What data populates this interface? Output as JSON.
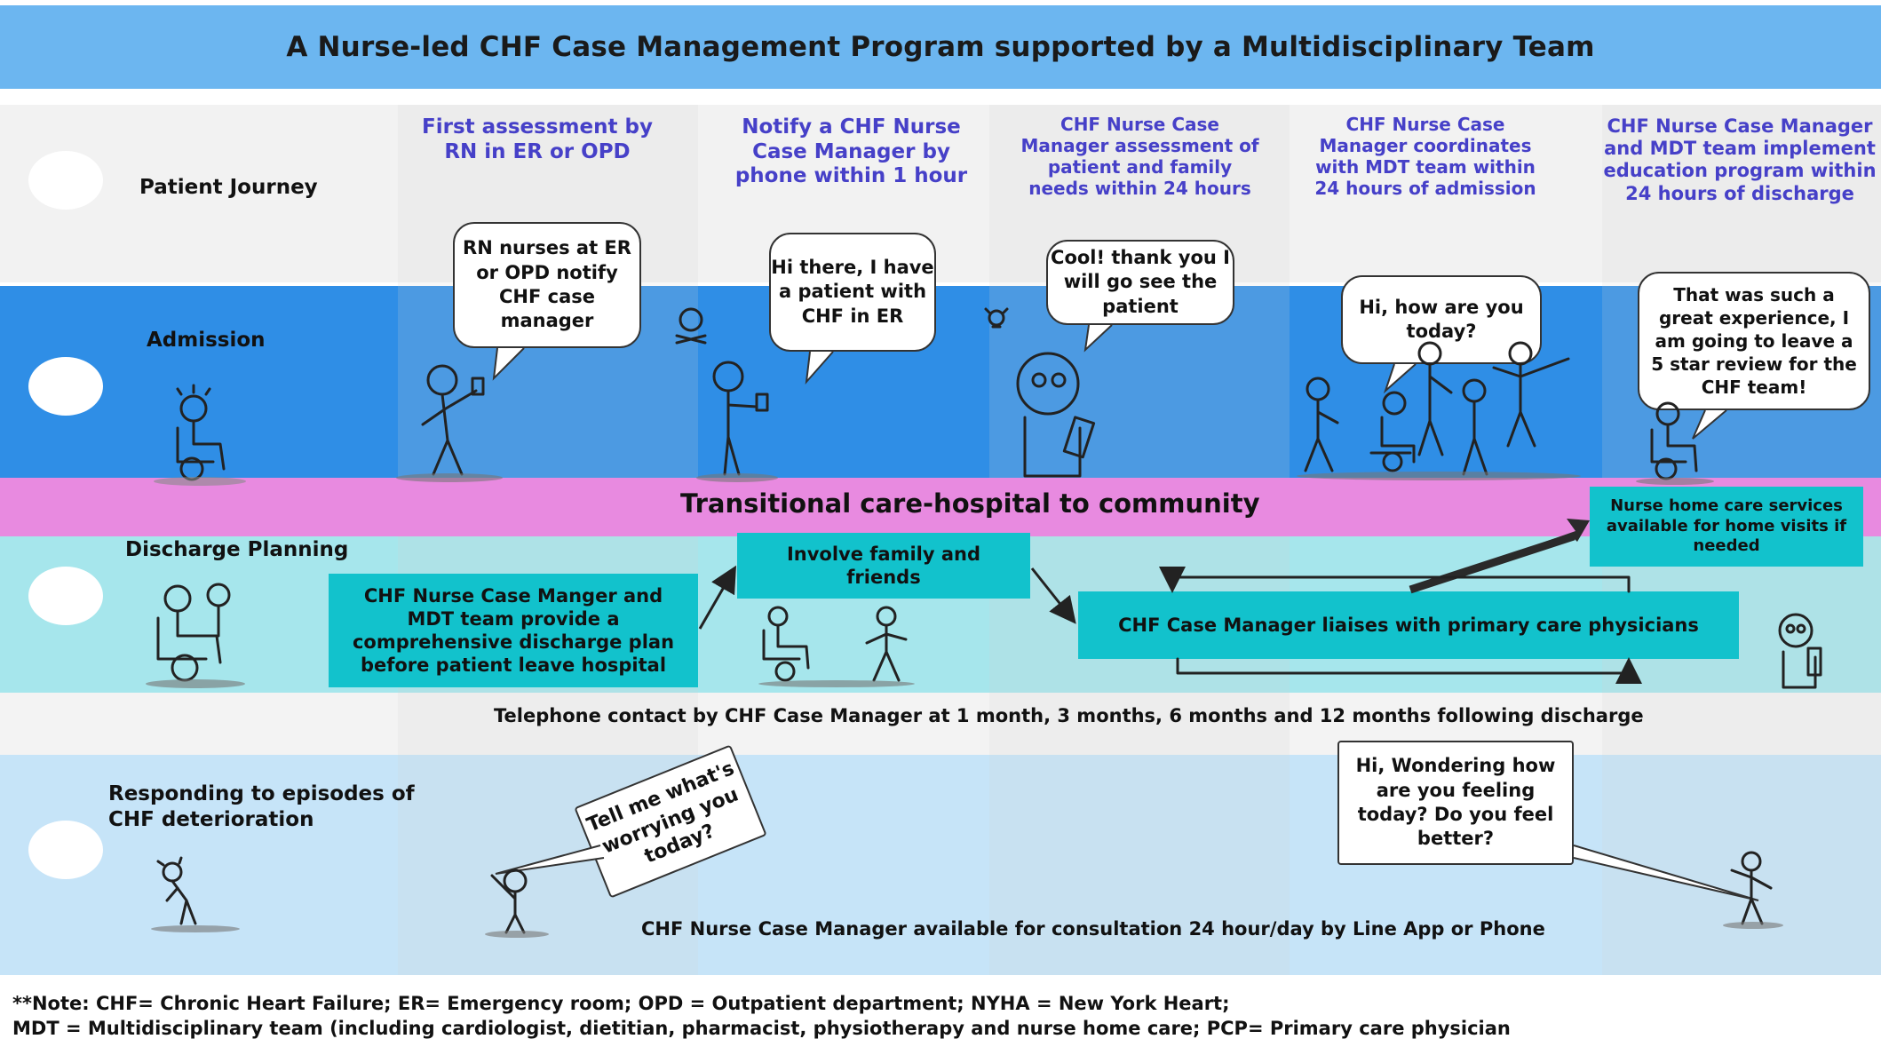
{
  "title": "A Nurse-led CHF Case Management Program supported by a Multidisciplinary Team",
  "rows": {
    "patient_journey": "Patient Journey",
    "admission": "Admission",
    "transition": "Transitional care-hospital to community",
    "discharge_planning": "Discharge Planning",
    "responding": "Responding  to episodes of CHF deterioration"
  },
  "columns": [
    "First assessment by RN in ER or OPD",
    "Notify a CHF Nurse Case Manager by phone within 1 hour",
    "CHF Nurse Case Manager assessment of patient and family needs within 24 hours",
    "CHF Nurse Case Manager coordinates with MDT team within 24 hours of admission",
    "CHF Nurse Case Manager and MDT team implement education program within 24 hours of discharge"
  ],
  "bubbles": {
    "rn_notify": "RN nurses at ER or OPD notify CHF case manager",
    "hi_there": "Hi there, I have a patient with CHF in ER",
    "cool_thank": "Cool! thank you  I will go see the patient",
    "how_are_you": "Hi, how are you today?",
    "great_experience": "That was such a great experience, I am going to leave a 5 star review for the CHF  team!",
    "tell_me": "Tell me what's worrying you today?",
    "wondering": "Hi, Wondering how are you feeling today? Do you feel better?"
  },
  "boxes": {
    "discharge_plan": "CHF Nurse Case Manger and MDT team provide a comprehensive discharge plan before patient leave hospital",
    "involve_family": "Involve family and friends",
    "liaises": "CHF Case Manager liaises with primary care physicians",
    "home_care": "Nurse home care services available for home visits if needed"
  },
  "telephone_contact": "Telephone contact by CHF Case Manager at 1 month, 3 months, 6 months and 12 months following discharge",
  "consultation": "CHF Nurse Case Manager available for consultation 24 hour/day by Line App or Phone",
  "notes": [
    "**Note: CHF= Chronic Heart Failure;  ER= Emergency room; OPD = Outpatient department; NYHA = New York Heart;",
    "MDT = Multidisciplinary team (including cardiologist, dietitian, pharmacist, physiotherapy and nurse home care; PCP= Primary care physician"
  ],
  "colors": {
    "title_bar": "#6cb6f0",
    "admission": "#2f8ee6",
    "transition": "#e88ae0",
    "discharge": "#a6e6ec",
    "respond": "#c6e4f8",
    "teal_box": "#12c2cc",
    "column_heading": "#4640c8"
  }
}
